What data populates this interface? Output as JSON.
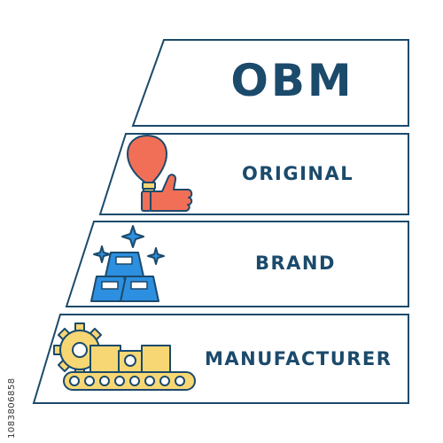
{
  "title": "OBM",
  "rows": [
    {
      "label": "ORIGINAL",
      "icon": "lightbulb-thumbs-up-icon"
    },
    {
      "label": "BRAND",
      "icon": "gold-bars-icon"
    },
    {
      "label": "MANUFACTURER",
      "icon": "conveyor-gear-icon"
    }
  ],
  "side_id": "1083806858",
  "colors": {
    "text": "#1b4a6b",
    "outline": "#1b4a6b",
    "orange": "#f26f57",
    "blue": "#2d8fe0",
    "yellow": "#f7d774"
  }
}
